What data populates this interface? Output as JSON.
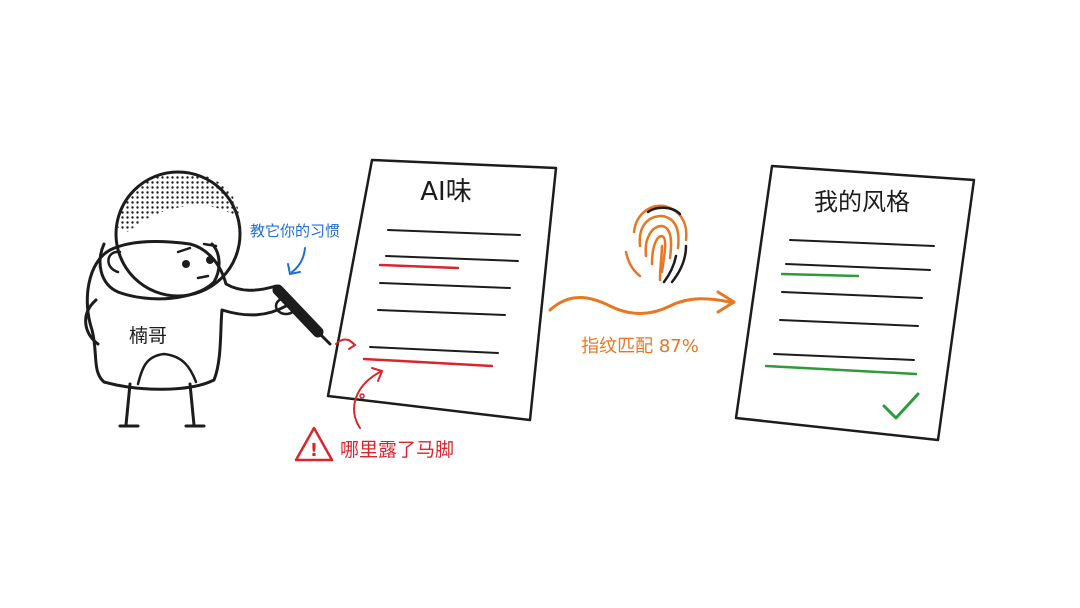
{
  "character": {
    "name": "楠哥"
  },
  "annotations": {
    "teach_habit": "教它你的习惯",
    "where_revealed": "哪里露了马脚",
    "warning_mark": "!"
  },
  "documents": {
    "ai_doc": {
      "title": "AI味"
    },
    "my_doc": {
      "title": "我的风格"
    }
  },
  "fingerprint": {
    "label": "指纹匹配 87%"
  },
  "colors": {
    "ink": "#1c1c1c",
    "blue": "#1f6fd1",
    "red": "#d8262c",
    "orange": "#e87722",
    "green": "#2e9a3a",
    "hoodie": "#eeeeee"
  },
  "icons": {
    "warning": "warning-triangle-icon",
    "check": "check-icon",
    "fingerprint": "fingerprint-icon",
    "pen": "pen-icon"
  }
}
